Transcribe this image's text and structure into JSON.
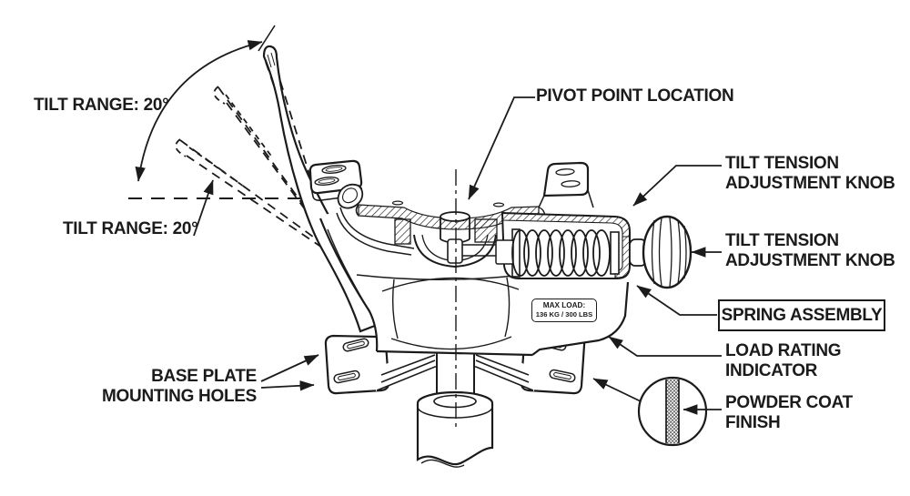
{
  "colors": {
    "ink": "#1b1b1b",
    "background": "#ffffff"
  },
  "callouts": {
    "tilt_range_top": "TILT RANGE: 20°",
    "tilt_range_bottom": "TILT RANGE: 20°",
    "pivot_point": "PIVOT POINT LOCATION",
    "tilt_tension_upper": {
      "line1": "TILT TENSION",
      "line2": "ADJUSTMENT KNOB"
    },
    "tilt_tension_lower": {
      "line1": "TILT TENSION",
      "line2": "ADJUSTMENT KNOB"
    },
    "spring_assembly": "SPRING ASSEMBLY",
    "load_rating": {
      "line1": "LOAD RATING",
      "line2": "INDICATOR"
    },
    "powder_coat": {
      "line1": "POWDER COAT",
      "line2": "FINISH"
    },
    "base_plate": {
      "line1": "BASE PLATE",
      "line2": "MOUNTING HOLES"
    }
  },
  "part_markings": {
    "max_load": {
      "line1": "MAX LOAD:",
      "line2": "136 KG / 300 LBS"
    }
  }
}
